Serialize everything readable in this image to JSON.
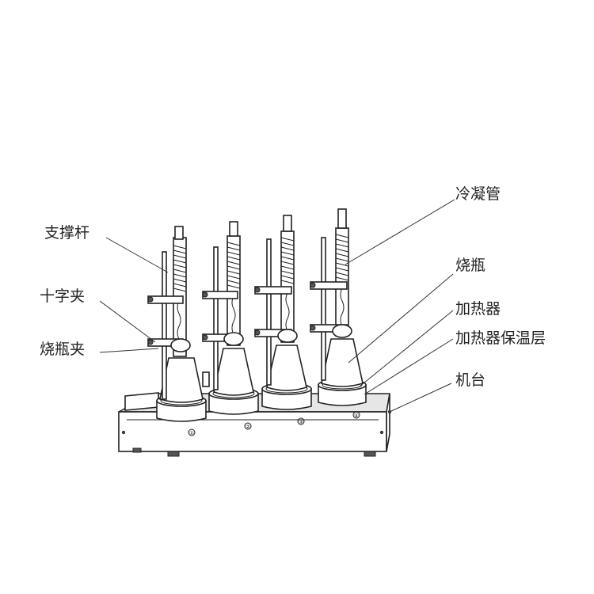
{
  "labels": {
    "support_rod": "支撑杆",
    "cross_clamp": "十字夹",
    "flask_clamp": "烧瓶夹",
    "condenser": "冷凝管",
    "flask": "烧瓶",
    "heater": "加热器",
    "heater_insulation": "加热器保温层",
    "base": "机台"
  },
  "stations": [
    "①",
    "②",
    "③",
    "④"
  ]
}
